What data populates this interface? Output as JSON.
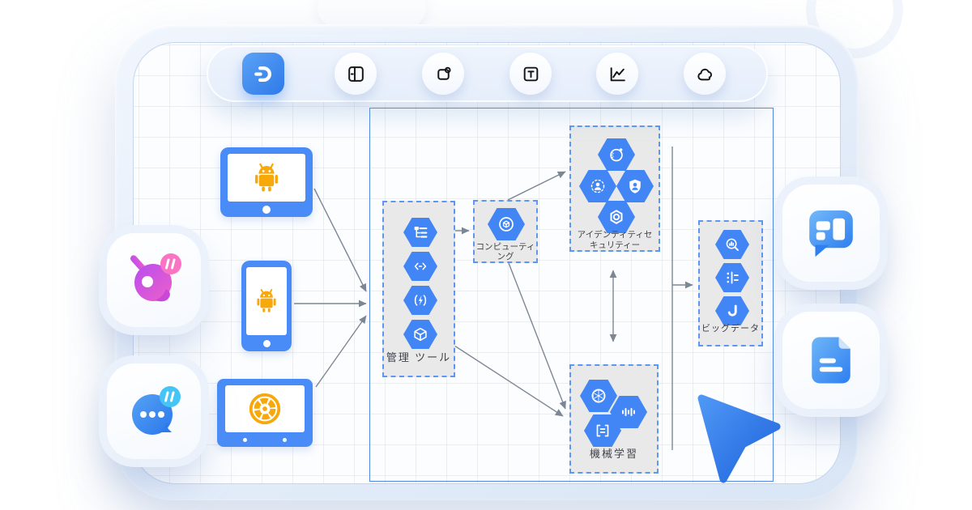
{
  "app": {
    "name": "EdrawMax",
    "accent_color": "#2f7ce8"
  },
  "toolbar": {
    "logo": {
      "name": "edrawmax-logo",
      "color": "#3a8bf2"
    },
    "buttons": [
      {
        "name": "templates",
        "icon": "layout-icon"
      },
      {
        "name": "shapes",
        "icon": "shapes-icon"
      },
      {
        "name": "text",
        "icon": "text-icon"
      },
      {
        "name": "charts",
        "icon": "chart-icon"
      },
      {
        "name": "clipart",
        "icon": "clipart-icon"
      }
    ]
  },
  "canvas": {
    "devices": [
      {
        "name": "android-tablet",
        "icon": "android-robot",
        "frame_color": "#4a8cf7",
        "icon_color": "#f7a80b"
      },
      {
        "name": "android-phone",
        "icon": "android-robot",
        "frame_color": "#4a8cf7",
        "icon_color": "#f7a80b"
      },
      {
        "name": "camera-laptop",
        "icon": "camera-aperture",
        "frame_color": "#4a8cf7",
        "icon_color": "#f7a80b"
      }
    ],
    "groups": [
      {
        "id": "management-tools",
        "label": "管理 ツール",
        "icons": [
          "deployment-manager",
          "endpoints",
          "functions",
          "container"
        ]
      },
      {
        "id": "computing",
        "label": "コンピューティング",
        "label_lines": [
          "コンピューティ",
          "ング"
        ],
        "icons": [
          "compute-engine"
        ]
      },
      {
        "id": "identity-security",
        "label": "アイデンティティセキュリティー",
        "label_lines": [
          "アイデンティティセ",
          "キュリティー"
        ],
        "icons": [
          "security-scanner",
          "iam",
          "security-shield",
          "security-key"
        ]
      },
      {
        "id": "machine-learning",
        "label": "機械学習",
        "icons": [
          "ml-engine",
          "speech-api",
          "translation-api"
        ]
      },
      {
        "id": "big-data",
        "label": "ビッグデータ",
        "icons": [
          "bigquery",
          "dataflow",
          "datalab"
        ]
      }
    ],
    "hexagon_color": "#4285f4",
    "group_fill": "#e9e9e9",
    "group_border": "#5e97f2",
    "connector_color": "#7d8794",
    "selection_border": "#4e86e2"
  },
  "floating_apps": {
    "left": [
      {
        "name": "drawing-app",
        "icon": "paint-palette-icon",
        "badge": "〃",
        "color": "#cb52ee"
      },
      {
        "name": "messenger-app",
        "icon": "chat-bubble-dots-icon",
        "badge": "〃",
        "color": "#3f8ef5"
      }
    ],
    "right": [
      {
        "name": "board-chat-app",
        "icon": "chat-board-icon",
        "color": "#3f8ef5"
      },
      {
        "name": "document-app",
        "icon": "document-icon",
        "color": "#3f8ef5"
      }
    ]
  },
  "cursor": {
    "name": "paper-plane-cursor",
    "color": "#2f7be8"
  }
}
